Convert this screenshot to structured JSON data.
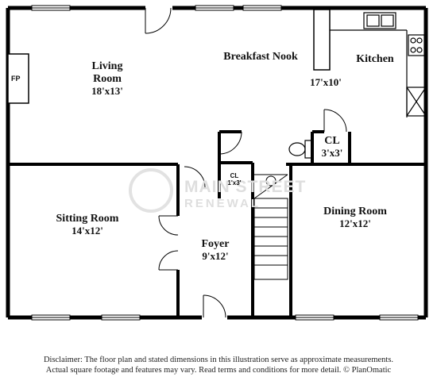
{
  "rooms": {
    "living": {
      "name": "Living Room",
      "dims": "18'x13'"
    },
    "breakfast": {
      "name": "Breakfast Nook"
    },
    "kitchen": {
      "name": "Kitchen",
      "dims": "17'x10'"
    },
    "closet_large": {
      "name": "CL",
      "dims": "3'x3'"
    },
    "closet_small": {
      "name": "CL",
      "dims": "1'x3'"
    },
    "sitting": {
      "name": "Sitting Room",
      "dims": "14'x12'"
    },
    "foyer": {
      "name": "Foyer",
      "dims": "9'x12'"
    },
    "dining": {
      "name": "Dining Room",
      "dims": "12'x12'"
    }
  },
  "fireplace_label": "FP",
  "watermark": {
    "line1": "MAIN STREET",
    "line2": "RENEWAL"
  },
  "disclaimer": {
    "line1": "Disclaimer: The floor plan and stated dimensions in this illustration serve as approximate measurements.",
    "line2": "Actual square footage and features may vary. Read terms and conditions for more detail. © PlanOmatic"
  }
}
